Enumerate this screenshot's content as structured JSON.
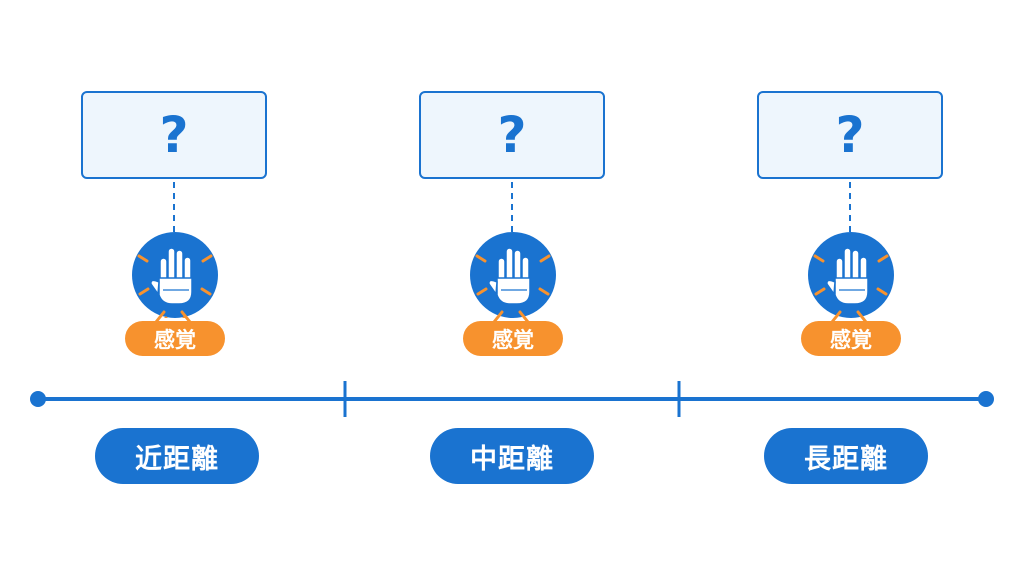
{
  "columns": [
    {
      "id": "near",
      "question": "?",
      "sense_label": "感覚",
      "distance_label": "近距離",
      "icon": "hand-icon"
    },
    {
      "id": "middle",
      "question": "?",
      "sense_label": "感覚",
      "distance_label": "中距離",
      "icon": "hand-icon"
    },
    {
      "id": "far",
      "question": "?",
      "sense_label": "感覚",
      "distance_label": "長距離",
      "icon": "hand-icon"
    }
  ],
  "colors": {
    "primary_blue": "#1a73d0",
    "light_blue_fill": "#eef6fd",
    "orange": "#f7922e",
    "white": "#ffffff"
  }
}
